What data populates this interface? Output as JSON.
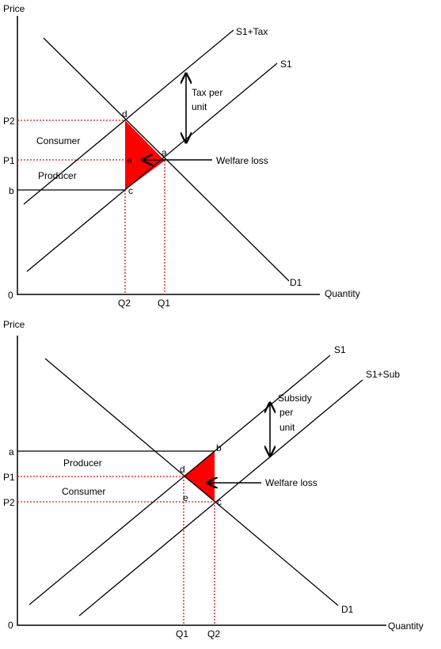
{
  "tax": {
    "y_axis": "Price",
    "x_axis": "Quantity",
    "origin": "0",
    "curves": {
      "supply": "S1",
      "supply_tax": "S1+Tax",
      "demand": "D1"
    },
    "price_ticks": {
      "p2": "P2",
      "p1": "P1",
      "b": "b"
    },
    "qty_ticks": {
      "q2": "Q2",
      "q1": "Q1"
    },
    "points": {
      "a": "a",
      "c": "c",
      "d": "d",
      "e": "e"
    },
    "regions": {
      "consumer": "Consumer",
      "producer": "Producer"
    },
    "tax_label_line1": "Tax per",
    "tax_label_line2": "unit",
    "welfare_loss": "Welfare loss"
  },
  "subsidy": {
    "y_axis": "Price",
    "x_axis": "Quantity",
    "origin": "0",
    "curves": {
      "supply": "S1",
      "supply_sub": "S1+Sub",
      "demand": "D1"
    },
    "price_ticks": {
      "a": "a",
      "p1": "P1",
      "p2": "P2"
    },
    "qty_ticks": {
      "q1": "Q1",
      "q2": "Q2"
    },
    "points": {
      "b": "b",
      "c": "c",
      "d": "d",
      "e": "e"
    },
    "regions": {
      "producer": "Producer",
      "consumer": "Consumer"
    },
    "subsidy_label_line1": "Subsidy",
    "subsidy_label_line2": "per",
    "subsidy_label_line3": "unit",
    "welfare_loss": "Welfare loss"
  },
  "colors": {
    "welfare_triangle": "#ff0000",
    "guide_lines": "#e01010",
    "lines": "#000000"
  }
}
